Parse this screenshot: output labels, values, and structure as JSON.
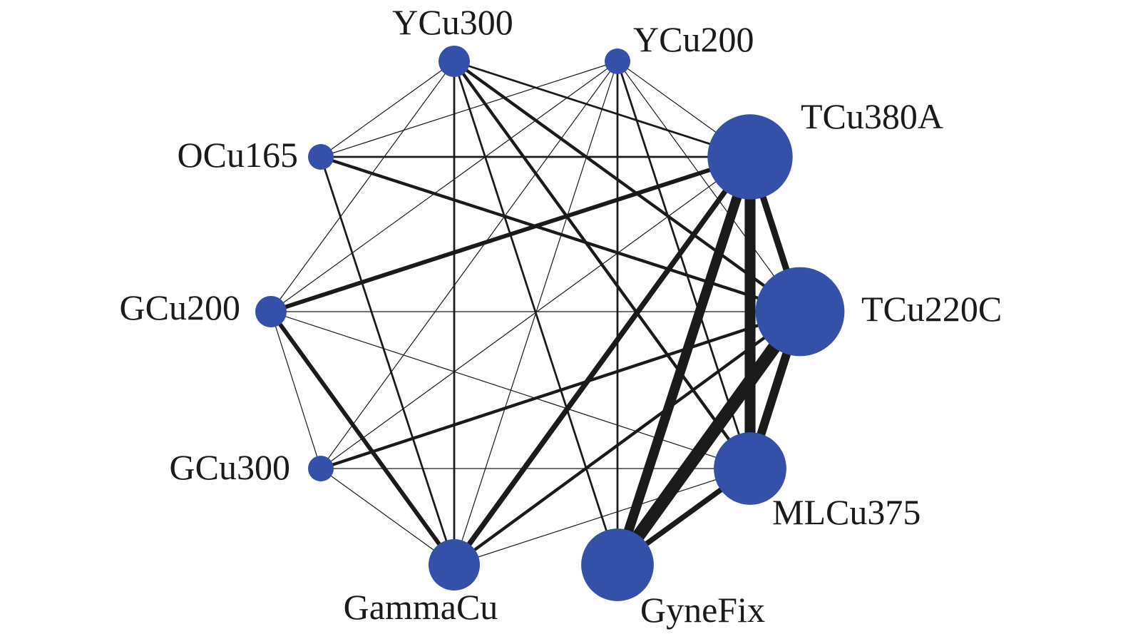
{
  "network": {
    "node_color": "#3550a9",
    "edge_color": "#1a1a1a",
    "nodes": [
      {
        "id": "YCu300",
        "label": "YCu300",
        "weight": 1.5
      },
      {
        "id": "YCu200",
        "label": "YCu200",
        "weight": 1
      },
      {
        "id": "TCu380A",
        "label": "TCu380A",
        "weight": 11
      },
      {
        "id": "TCu220C",
        "label": "TCu220C",
        "weight": 12
      },
      {
        "id": "MLCu375",
        "label": "MLCu375",
        "weight": 8
      },
      {
        "id": "GyneFix",
        "label": "GyneFix",
        "weight": 8
      },
      {
        "id": "GammaCu",
        "label": "GammaCu",
        "weight": 4
      },
      {
        "id": "GCu300",
        "label": "GCu300",
        "weight": 1
      },
      {
        "id": "GCu200",
        "label": "GCu200",
        "weight": 1.5
      },
      {
        "id": "OCu165",
        "label": "OCu165",
        "weight": 1
      }
    ],
    "edges": [
      {
        "from": "YCu300",
        "to": "OCu165",
        "weight": 1
      },
      {
        "from": "YCu300",
        "to": "TCu380A",
        "weight": 2
      },
      {
        "from": "YCu300",
        "to": "TCu220C",
        "weight": 3
      },
      {
        "from": "YCu300",
        "to": "MLCu375",
        "weight": 3
      },
      {
        "from": "YCu300",
        "to": "GyneFix",
        "weight": 2
      },
      {
        "from": "YCu300",
        "to": "GammaCu",
        "weight": 2
      },
      {
        "from": "YCu300",
        "to": "GCu200",
        "weight": 1
      },
      {
        "from": "YCu200",
        "to": "OCu165",
        "weight": 1
      },
      {
        "from": "YCu200",
        "to": "TCu380A",
        "weight": 1
      },
      {
        "from": "YCu200",
        "to": "TCu220C",
        "weight": 1
      },
      {
        "from": "YCu200",
        "to": "MLCu375",
        "weight": 2
      },
      {
        "from": "YCu200",
        "to": "GyneFix",
        "weight": 2
      },
      {
        "from": "YCu200",
        "to": "GammaCu",
        "weight": 1
      },
      {
        "from": "YCu200",
        "to": "GCu300",
        "weight": 1
      },
      {
        "from": "YCu200",
        "to": "GCu200",
        "weight": 1
      },
      {
        "from": "OCu165",
        "to": "TCu380A",
        "weight": 2
      },
      {
        "from": "OCu165",
        "to": "TCu220C",
        "weight": 3
      },
      {
        "from": "OCu165",
        "to": "GammaCu",
        "weight": 2
      },
      {
        "from": "GCu200",
        "to": "TCu380A",
        "weight": 4
      },
      {
        "from": "GCu200",
        "to": "TCu220C",
        "weight": 1
      },
      {
        "from": "GCu200",
        "to": "MLCu375",
        "weight": 1
      },
      {
        "from": "GCu200",
        "to": "GCu300",
        "weight": 1
      },
      {
        "from": "GCu200",
        "to": "GammaCu",
        "weight": 4
      },
      {
        "from": "GCu300",
        "to": "TCu380A",
        "weight": 1
      },
      {
        "from": "GCu300",
        "to": "TCu220C",
        "weight": 3
      },
      {
        "from": "GCu300",
        "to": "MLCu375",
        "weight": 1
      },
      {
        "from": "GCu300",
        "to": "GammaCu",
        "weight": 1
      },
      {
        "from": "GammaCu",
        "to": "TCu380A",
        "weight": 5
      },
      {
        "from": "GammaCu",
        "to": "TCu220C",
        "weight": 3
      },
      {
        "from": "GammaCu",
        "to": "MLCu375",
        "weight": 1
      },
      {
        "from": "GyneFix",
        "to": "TCu380A",
        "weight": 9
      },
      {
        "from": "GyneFix",
        "to": "TCu220C",
        "weight": 12
      },
      {
        "from": "GyneFix",
        "to": "MLCu375",
        "weight": 5
      },
      {
        "from": "TCu380A",
        "to": "TCu220C",
        "weight": 6
      },
      {
        "from": "TCu380A",
        "to": "MLCu375",
        "weight": 10
      },
      {
        "from": "TCu220C",
        "to": "MLCu375",
        "weight": 8
      }
    ]
  }
}
